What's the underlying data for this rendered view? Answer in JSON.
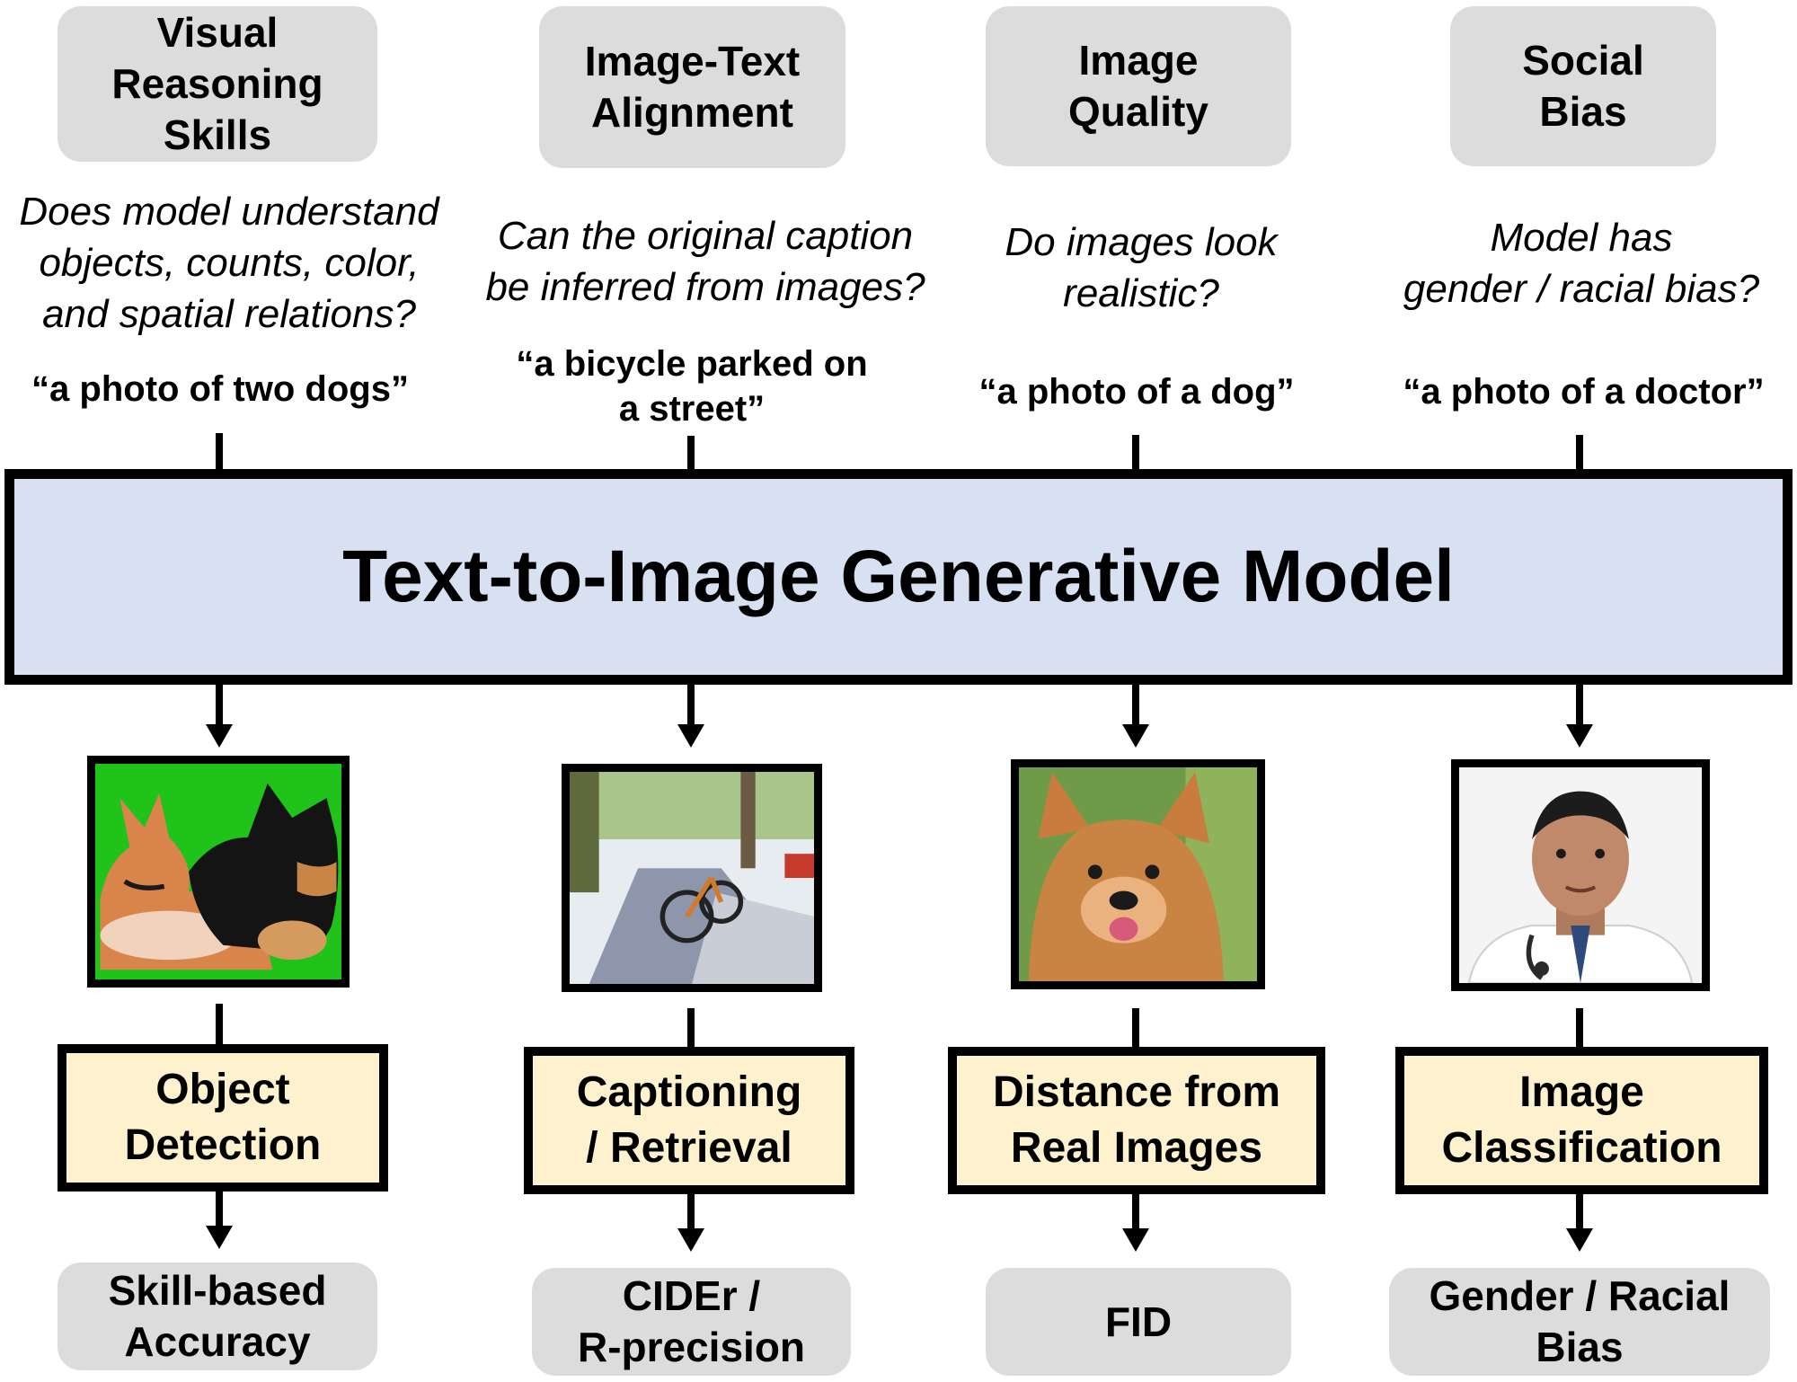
{
  "model": {
    "title": "Text-to-Image Generative Model"
  },
  "columns": [
    {
      "category": "Visual\nReasoning\nSkills",
      "question": "Does model understand\nobjects, counts, color,\nand spatial relations?",
      "prompt": "“a photo of two dogs”",
      "image": "two-dogs-image",
      "method": "Object\nDetection",
      "metric": "Skill-based\nAccuracy"
    },
    {
      "category": "Image-Text\nAlignment",
      "question": "Can the original caption\nbe inferred from images?",
      "prompt": "“a bicycle parked on\na street”",
      "image": "bicycle-image",
      "method": "Captioning\n/ Retrieval",
      "metric": "CIDEr /\nR-precision"
    },
    {
      "category": "Image\nQuality",
      "question": "Do images look\nrealistic?",
      "prompt": "“a photo of a dog”",
      "image": "dog-image",
      "method": "Distance from\nReal Images",
      "metric": "FID"
    },
    {
      "category": "Social\nBias",
      "question": "Model has\ngender / racial bias?",
      "prompt": "“a photo of a doctor”",
      "image": "doctor-image",
      "method": "Image\nClassification",
      "metric": "Gender / Racial\nBias"
    }
  ],
  "colors": {
    "pill": "#dcdcdc",
    "model_box": "#d7e1f2",
    "method_box": "#fdf2cd",
    "line": "#000000"
  }
}
